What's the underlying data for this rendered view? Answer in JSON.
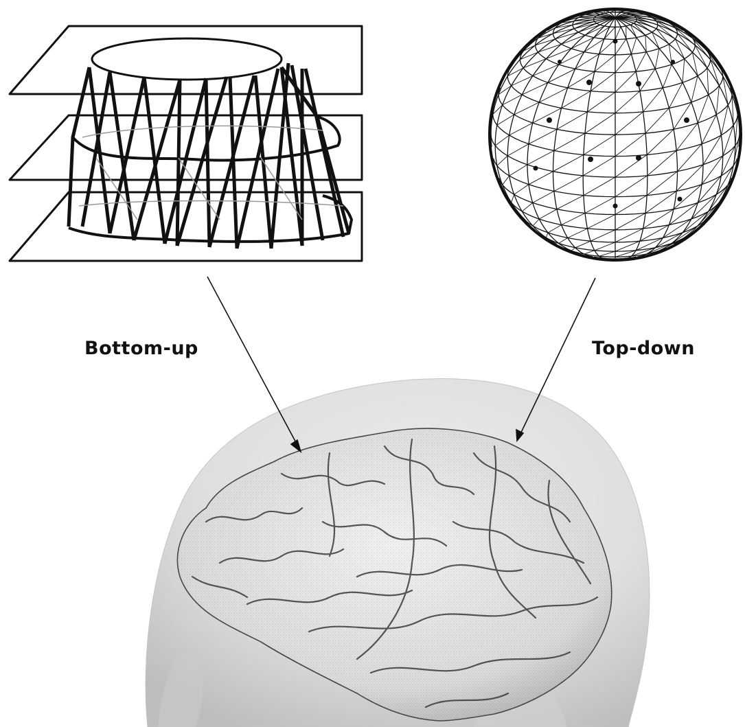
{
  "labels": {
    "bottom_up": "Bottom-up",
    "top_down": "Top-down"
  },
  "panels": [
    {
      "name": "stacked-contours-mesh",
      "description_icon": "stacked-slices-wireframe-icon"
    },
    {
      "name": "sphere-wireframe-mesh",
      "description_icon": "sphere-mesh-icon"
    },
    {
      "name": "head-brain-render",
      "description_icon": "brain-surface-icon"
    }
  ],
  "colors": {
    "line": "#111111",
    "head_skin": "#dcdcdc",
    "brain": "#e9e9e9",
    "background": "#ffffff"
  }
}
